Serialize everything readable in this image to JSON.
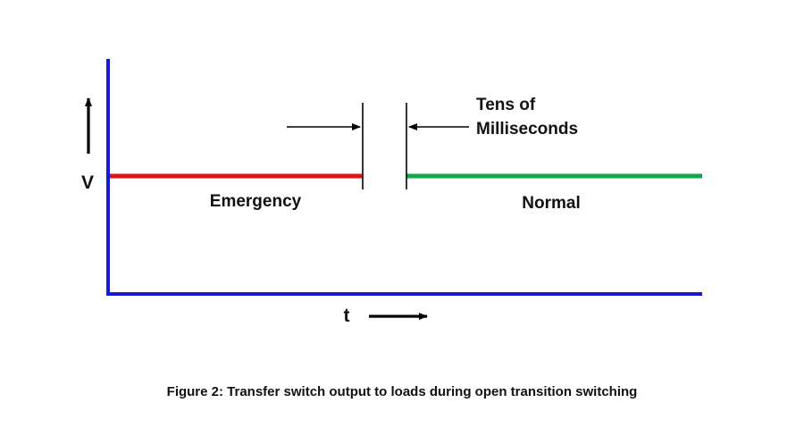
{
  "labels": {
    "y_axis": "V",
    "x_axis": "t",
    "emergency": "Emergency",
    "normal": "Normal",
    "gap_line1": "Tens of",
    "gap_line2": "Milliseconds"
  },
  "caption": "Figure 2: Transfer switch output to loads during open transition switching",
  "colors": {
    "axis": "#1a1ad6",
    "emergency": "#e01414",
    "normal": "#12a84a",
    "arrows": "#000000"
  }
}
